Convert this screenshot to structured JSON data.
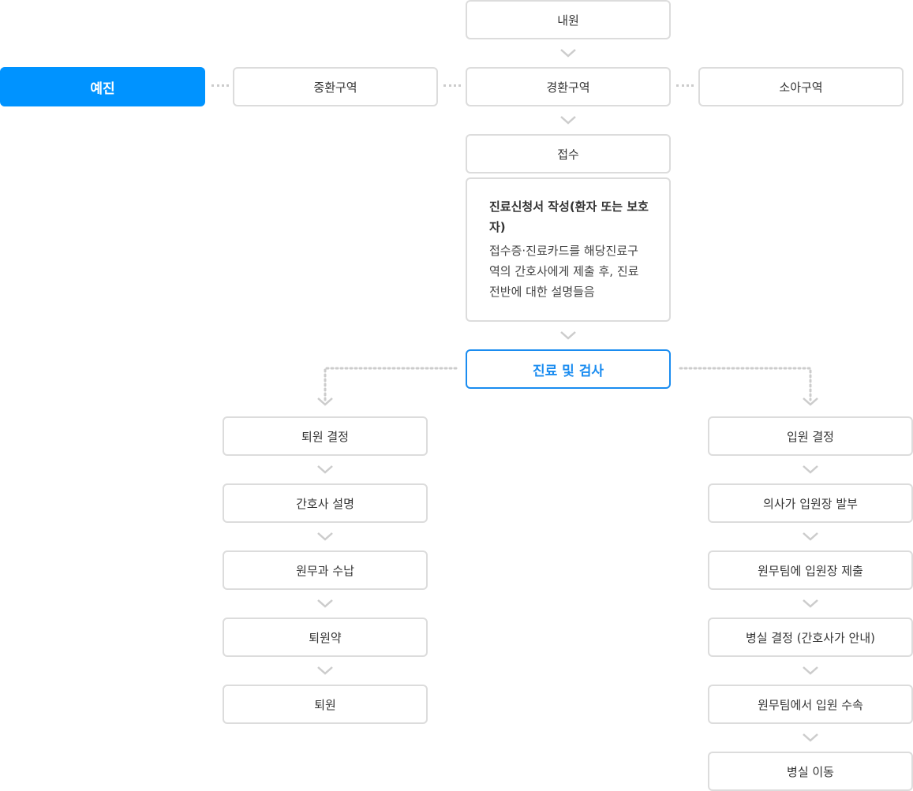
{
  "top": {
    "visit": "내원"
  },
  "row": {
    "triage": "예진",
    "severe": "중환구역",
    "mild": "경환구역",
    "pediatric": "소아구역"
  },
  "center": {
    "reception": "접수",
    "application_title": "진료신청서 작성(환자 또는 보호자)",
    "application_text": "접수증·진료카드를 해당진료구역의 간호사에게 제출 후, 진료 전반에 대한 설명들음",
    "exam": "진료 및 검사"
  },
  "discharge_steps": [
    "퇴원 결정",
    "간호사 설명",
    "원무과 수납",
    "퇴원약",
    "퇴원"
  ],
  "admission_steps": [
    "입원 결정",
    "의사가 입원장 발부",
    "원무팀에 입원장 제출",
    "병실 결정 (간호사가 안내)",
    "원무팀에서 입원 수속",
    "병실 이동"
  ]
}
